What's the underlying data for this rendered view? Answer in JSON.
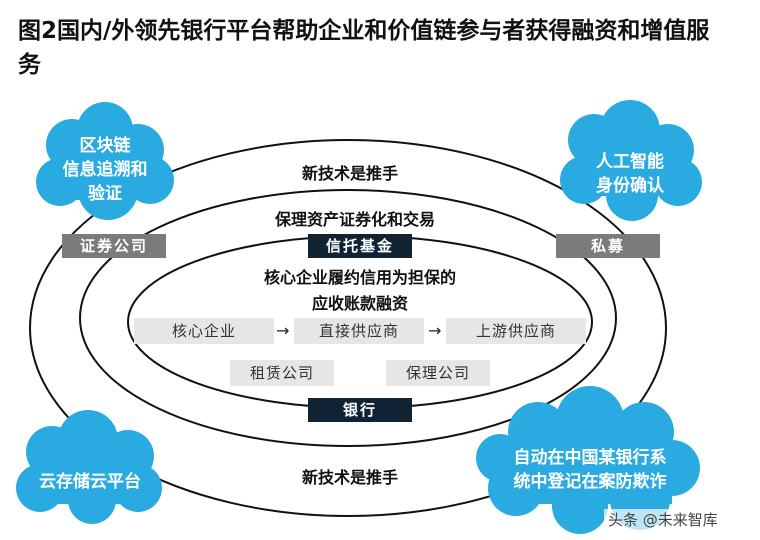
{
  "title": "图2国内/外领先银行平台帮助企业和价值链参与者获得融资和增值服务",
  "rings": {
    "outer_top": "新技术是推手",
    "outer_bottom": "新技术是推手",
    "middle": "保理资产证券化和交易",
    "inner_line1": "核心企业履约信用为担保的",
    "inner_line2": "应收账款融资"
  },
  "boxes": {
    "securities": "证券公司",
    "trust": "信托基金",
    "private": "私募",
    "bank": "银行"
  },
  "chain": {
    "core": "核心企业",
    "direct": "直接供应商",
    "upstream": "上游供应商",
    "arrow": "→",
    "leasing": "租赁公司",
    "factoring": "保理公司"
  },
  "clouds": {
    "blockchain": [
      "区块链",
      "信息追溯和",
      "验证"
    ],
    "ai": [
      "人工智能",
      "身份确认"
    ],
    "cloud": [
      "云存储云平台"
    ],
    "registry": [
      "自动在中国某银行系",
      "统中登记在案防欺诈"
    ]
  },
  "watermark": "头条 @未来智库",
  "colors": {
    "cloud": "#29aae1",
    "dark_box": "#0f2335",
    "grey_box": "#7b7b7b"
  }
}
